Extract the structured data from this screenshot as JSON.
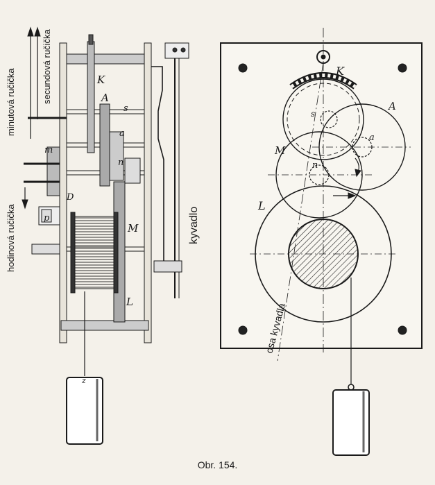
{
  "labels": {
    "minutova": "minutová ručička",
    "secundova": "secundová ručička",
    "hodinova": "hodinová ručička",
    "kyvadlo": "kyvadlo",
    "osa_kyvadla": "osa kyvadla",
    "K": "K",
    "A": "A",
    "s": "s",
    "a": "a",
    "n": "n",
    "m": "m",
    "M": "M",
    "L": "L",
    "p": "p",
    "D": "D",
    "z": "z"
  },
  "caption": "Obr. 154."
}
